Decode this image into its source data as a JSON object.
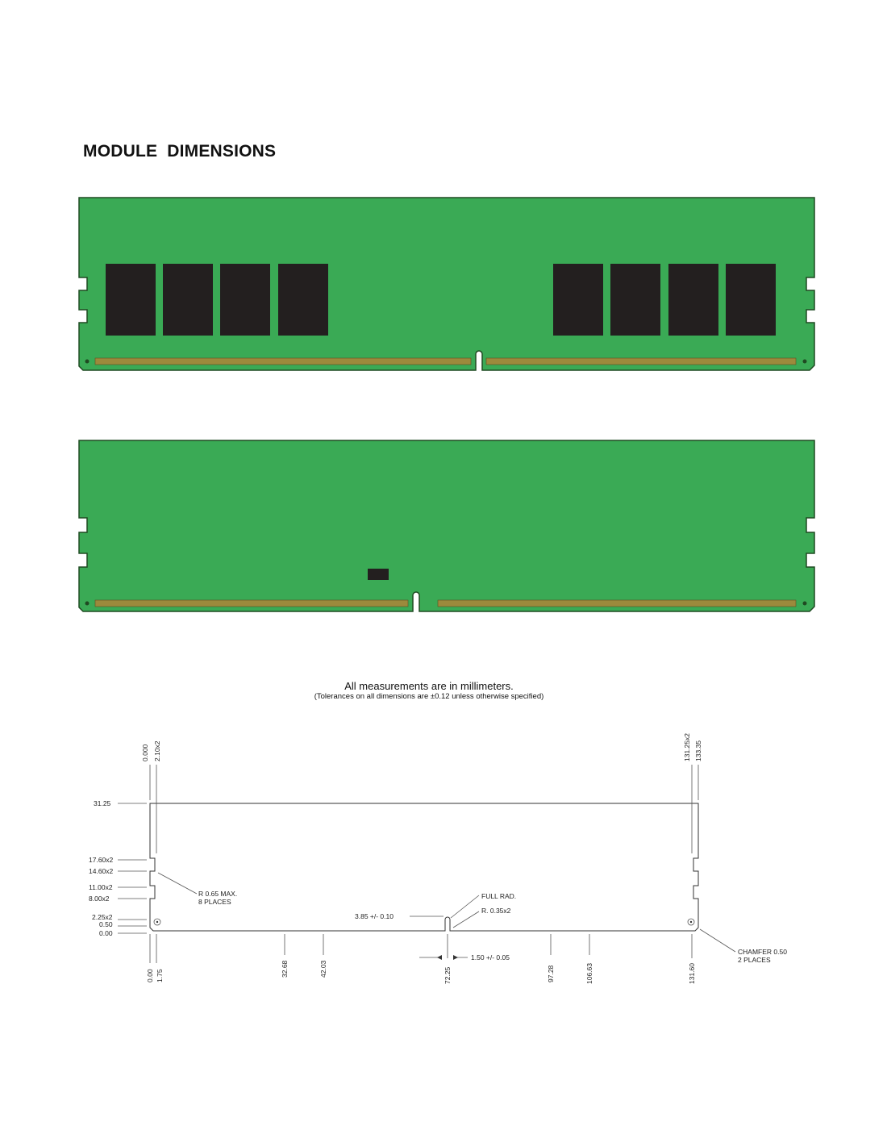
{
  "heading": "MODULE DIMENSIONS",
  "notes": {
    "units": "All measurements are in millimeters.",
    "tolerance": "(Tolerances on all dimensions are ±0.12 unless otherwise specified)"
  },
  "colors": {
    "pcb_green": "#3aaa55",
    "pcb_outline": "#1f4a22",
    "chip": "#231f1f",
    "contacts": "#9c8a3c"
  },
  "drawing": {
    "top_vertical_labels": [
      "0.000",
      "2.10x2",
      "131.25x2",
      "133.35"
    ],
    "height_label": "31.25",
    "left_labels": [
      "17.60x2",
      "14.60x2",
      "11.00x2",
      "8.00x2",
      "2.25x2",
      "0.50",
      "0.00"
    ],
    "bottom_vertical_labels": [
      "0.00",
      "1.75",
      "32.68",
      "42.03",
      "72.25",
      "97.28",
      "106.63",
      "131.60"
    ],
    "callouts": {
      "radius_left_1": "R 0.65 MAX.",
      "radius_left_2": "8 PLACES",
      "full_rad": "FULL RAD.",
      "notch_radius": "R. 0.35x2",
      "notch_depth": "3.85 +/- 0.10",
      "notch_width": "1.50 +/- 0.05",
      "chamfer_1": "CHAMFER 0.50",
      "chamfer_2": "2 PLACES"
    }
  }
}
